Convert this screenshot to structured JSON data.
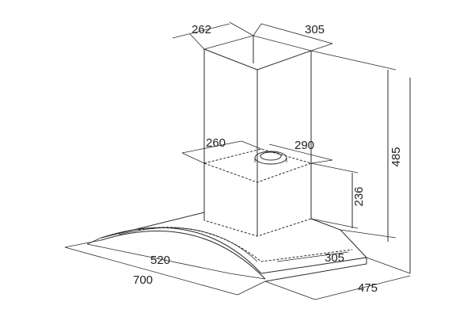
{
  "dimensions": {
    "chimney_width": "262",
    "chimney_depth": "305",
    "height_total": "485",
    "inner_width": "260",
    "inner_depth": "290",
    "motor_height": "236",
    "glass_width": "520",
    "glass_depth": "305",
    "total_width": "700",
    "total_depth": "475"
  },
  "colors": {
    "line": "#2a2a2a",
    "background": "#ffffff"
  }
}
